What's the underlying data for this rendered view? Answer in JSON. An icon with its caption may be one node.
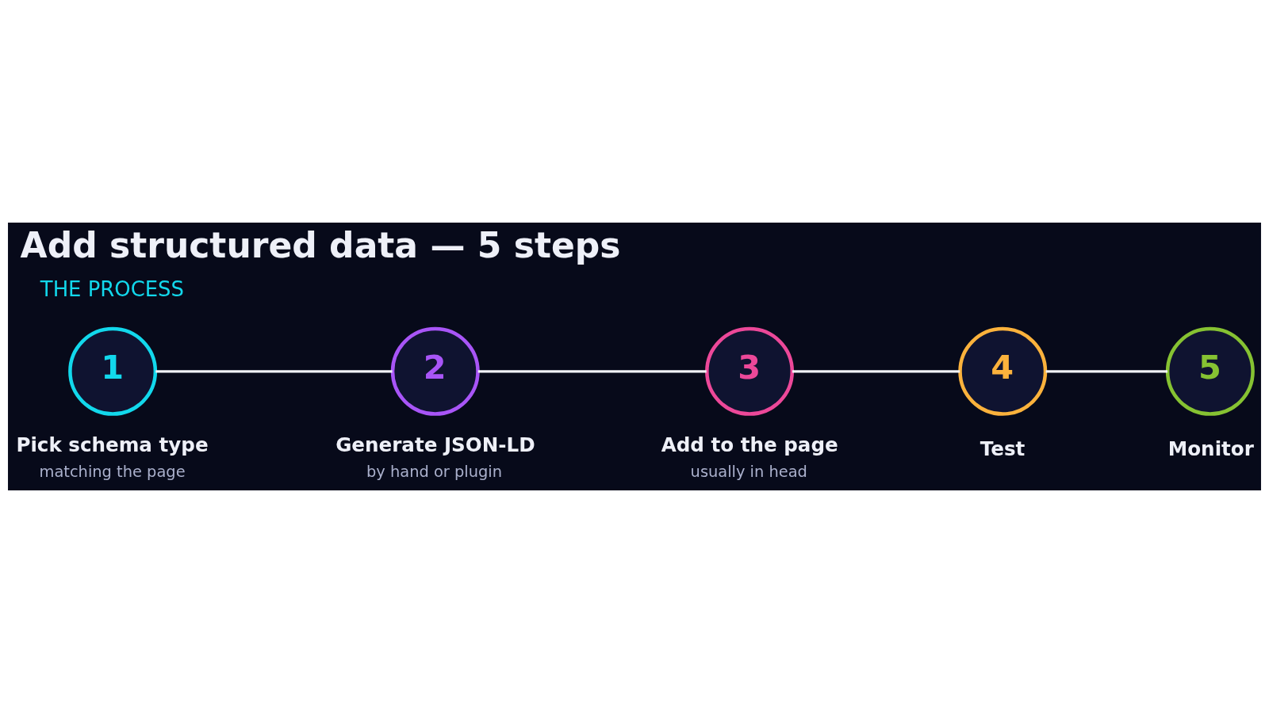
{
  "diagram": {
    "title": "Add structured data — 5 steps",
    "nodes": [
      {
        "text": [
          "1"
        ],
        "beside": [
          "Pick schema type",
          "matching the page"
        ]
      },
      {
        "text": [
          "2"
        ],
        "beside": [
          "Generate JSON-LD",
          "by hand or plugin"
        ]
      },
      {
        "text": [
          "3"
        ],
        "beside": [
          "Add to the page",
          "usually in head"
        ]
      },
      {
        "text": [
          "4"
        ],
        "beside": [
          "Test"
        ]
      },
      {
        "text": [
          "5"
        ],
        "beside": [
          "Monitor"
        ]
      }
    ],
    "edges": [
      {
        "from": 0,
        "to": 1,
        "arrow": "none"
      },
      {
        "from": 1,
        "to": 2,
        "arrow": "none"
      },
      {
        "from": 2,
        "to": 3,
        "arrow": "none"
      },
      {
        "from": 3,
        "to": 4,
        "arrow": "none"
      }
    ],
    "labels": [
      "THE PROCESS"
    ]
  }
}
